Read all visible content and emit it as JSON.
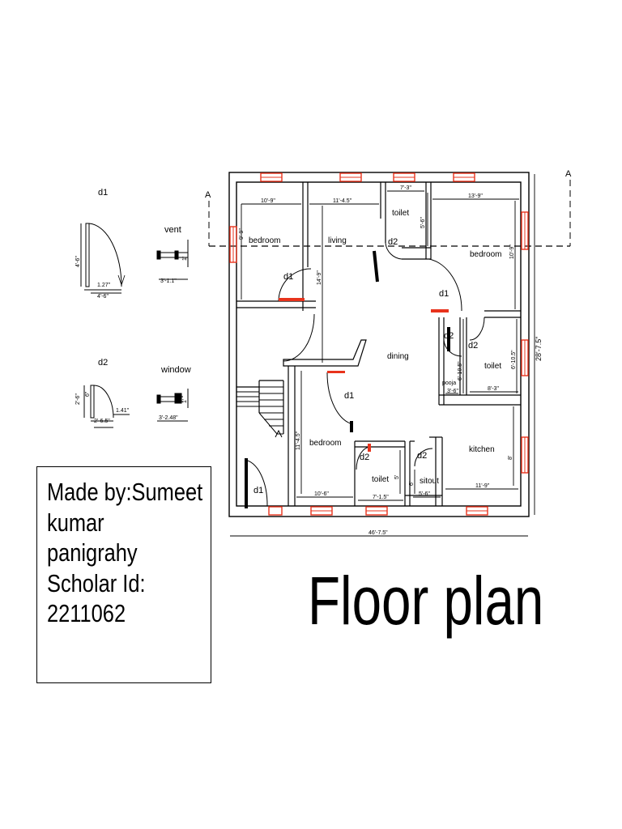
{
  "title": "Floor plan",
  "credits": {
    "lines": [
      "Made by:Sumeet",
      "kumar",
      "panigrahy",
      "Scholar Id:",
      "2211062"
    ]
  },
  "section_marker": "A",
  "legend": {
    "d1": {
      "label": "d1",
      "dims": [
        "4'-6\"",
        "1.27\"",
        "4'-6\""
      ]
    },
    "vent": {
      "label": "vent",
      "dims": [
        "1'",
        "3'-1.1\""
      ]
    },
    "d2": {
      "label": "d2",
      "dims": [
        "2'-6\"",
        "6\"",
        "2'-6.5\"",
        "1.41\""
      ]
    },
    "window": {
      "label": "window",
      "dims": [
        "1'",
        "3'-2.48\""
      ]
    }
  },
  "rooms": {
    "bedroom_nw": "bedroom",
    "living": "living",
    "toilet_n": "toilet",
    "bedroom_ne": "bedroom",
    "dining": "dining",
    "pooja": "pooja",
    "toilet_e": "toilet",
    "bedroom_s": "bedroom",
    "toilet_s": "toilet",
    "sitout": "sitout",
    "kitchen": "kitchen"
  },
  "doors": {
    "living_d1": "d1",
    "toilet_n_d2": "d2",
    "bedroom_ne_d1": "d1",
    "pooja_d2": "d2",
    "toilet_e_d2": "d2",
    "dining_d1": "d1",
    "toilet_s_d2": "d2",
    "sitout_d2": "d2",
    "entry_d1": "d1"
  },
  "dimensions": {
    "top_bedroom": "10'-9\"",
    "top_living": "11'-4.5\"",
    "top_toilet": "7'-3\"",
    "top_bedroom_ne": "13'-9\"",
    "bedroom_nw_height": "9'-9\"",
    "living_height": "14'-9\"",
    "toilet_n_height": "5'-6\"",
    "bedroom_ne_height": "10'-9\"",
    "pooja_height": "6'-10.5\"",
    "pooja_width": "3'-6\"",
    "toilet_e_height": "6'-10.5\"",
    "toilet_e_width": "8'-3\"",
    "overall_height": "28'-7.5\"",
    "bedroom_s_height": "11'-4.5\"",
    "bedroom_s_width": "10'-6\"",
    "toilet_s_width": "7'-1.5\"",
    "toilet_s_height": "5'",
    "sitout_height": "6'",
    "sitout_width": "5'-6\"",
    "kitchen_height": "8'",
    "kitchen_width": "11'-9\"",
    "overall_width": "46'-7.5\""
  },
  "colors": {
    "wall": "#000000",
    "opening": "#e8331c"
  }
}
